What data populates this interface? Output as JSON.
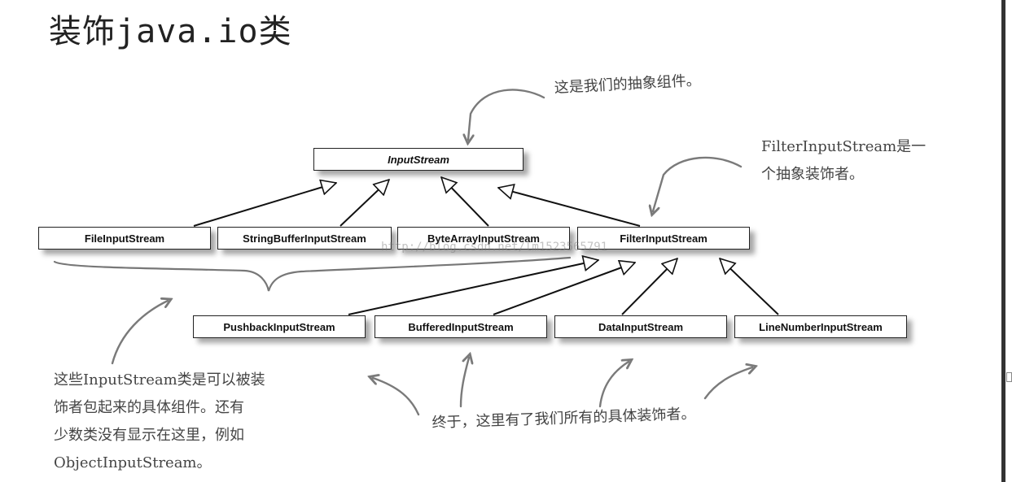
{
  "title": "装饰java.io类",
  "classes": {
    "input_stream": "InputStream",
    "file_input_stream": "FileInputStream",
    "string_buffer_input_stream": "StringBufferInputStream",
    "byte_array_input_stream": "ByteArrayInputStream",
    "filter_input_stream": "FilterInputStream",
    "pushback_input_stream": "PushbackInputStream",
    "buffered_input_stream": "BufferedInputStream",
    "data_input_stream": "DataInputStream",
    "line_number_input_stream": "LineNumberInputStream"
  },
  "notes": {
    "abstract_component": "这是我们的抽象组件。",
    "filter_lines": [
      "FilterInputStream是一",
      "个抽象装饰者。"
    ],
    "concrete_components_lines": [
      "这些InputStream类是可以被装",
      "饰者包起来的具体组件。还有",
      "少数类没有显示在这里，例如",
      "ObjectInputStream。"
    ],
    "concrete_decorators": "终于，这里有了我们所有的具体装饰者。"
  },
  "watermark": "http://blog.csdn.net/lm1523565791",
  "colors": {
    "line": "#111111",
    "arrow_pen": "#7a7a7a",
    "text": "#444444"
  }
}
